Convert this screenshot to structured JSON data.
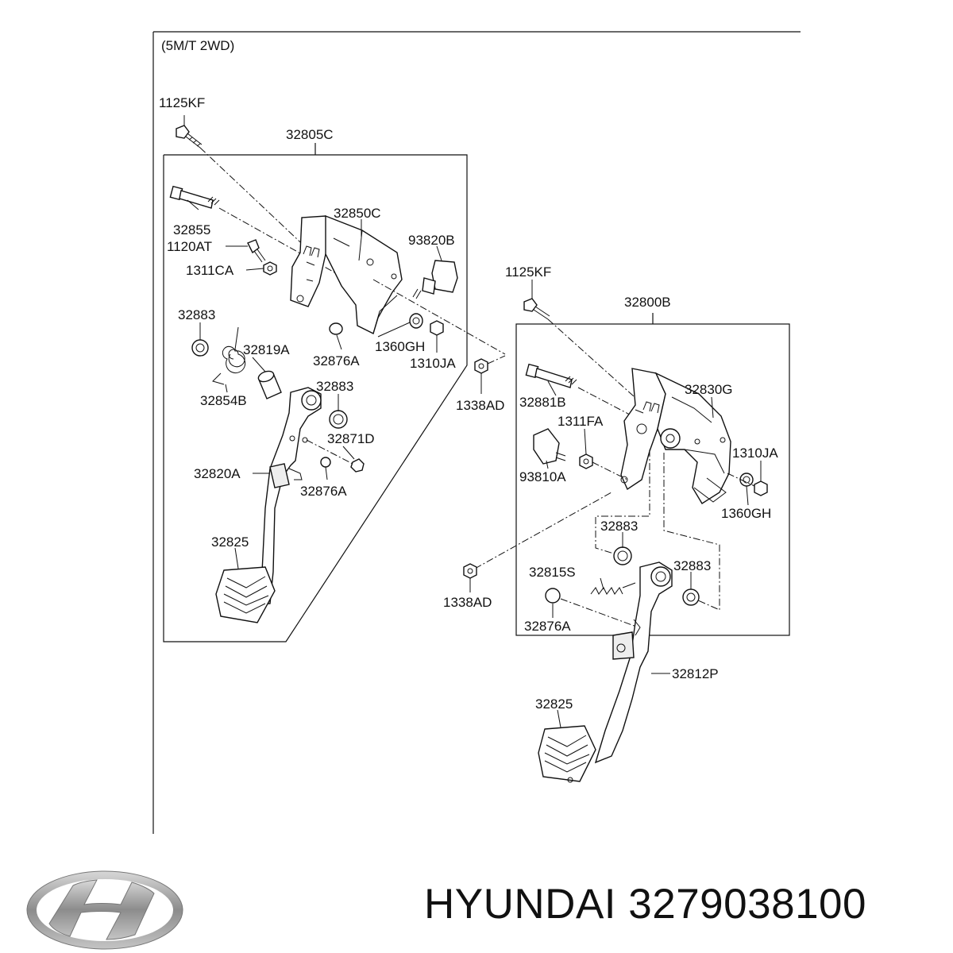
{
  "diagram": {
    "variant": "(5M/T 2WD)",
    "labels": {
      "l_1125kf_a": "1125KF",
      "l_32805c": "32805C",
      "l_32855": "32855",
      "l_32850c": "32850C",
      "l_93820b": "93820B",
      "l_1120at": "1120AT",
      "l_1311ca": "1311CA",
      "l_32883_a": "32883",
      "l_32819a": "32819A",
      "l_32876a_a": "32876A",
      "l_1360gh_a": "1360GH",
      "l_1310ja_a": "1310JA",
      "l_32854b": "32854B",
      "l_32883_b": "32883",
      "l_32871d": "32871D",
      "l_32820a": "32820A",
      "l_32876a_b": "32876A",
      "l_32825_a": "32825",
      "l_1338ad_a": "1338AD",
      "l_1125kf_b": "1125KF",
      "l_32800b": "32800B",
      "l_32881b": "32881B",
      "l_32830g": "32830G",
      "l_1311fa": "1311FA",
      "l_1310ja_b": "1310JA",
      "l_93810a": "93810A",
      "l_1360gh_b": "1360GH",
      "l_32883_c": "32883",
      "l_32815s": "32815S",
      "l_32883_d": "32883",
      "l_1338ad_b": "1338AD",
      "l_32876a_c": "32876A",
      "l_32812p": "32812P",
      "l_32825_b": "32825"
    }
  },
  "brand": {
    "logo_icon": "hyundai-logo-icon",
    "name": "HYUNDAI",
    "part_number": "3279038100",
    "caption": "HYUNDAI 3279038100"
  },
  "colors": {
    "line": "#111111",
    "background": "#ffffff",
    "logo_silver": "#9a9a9a"
  }
}
